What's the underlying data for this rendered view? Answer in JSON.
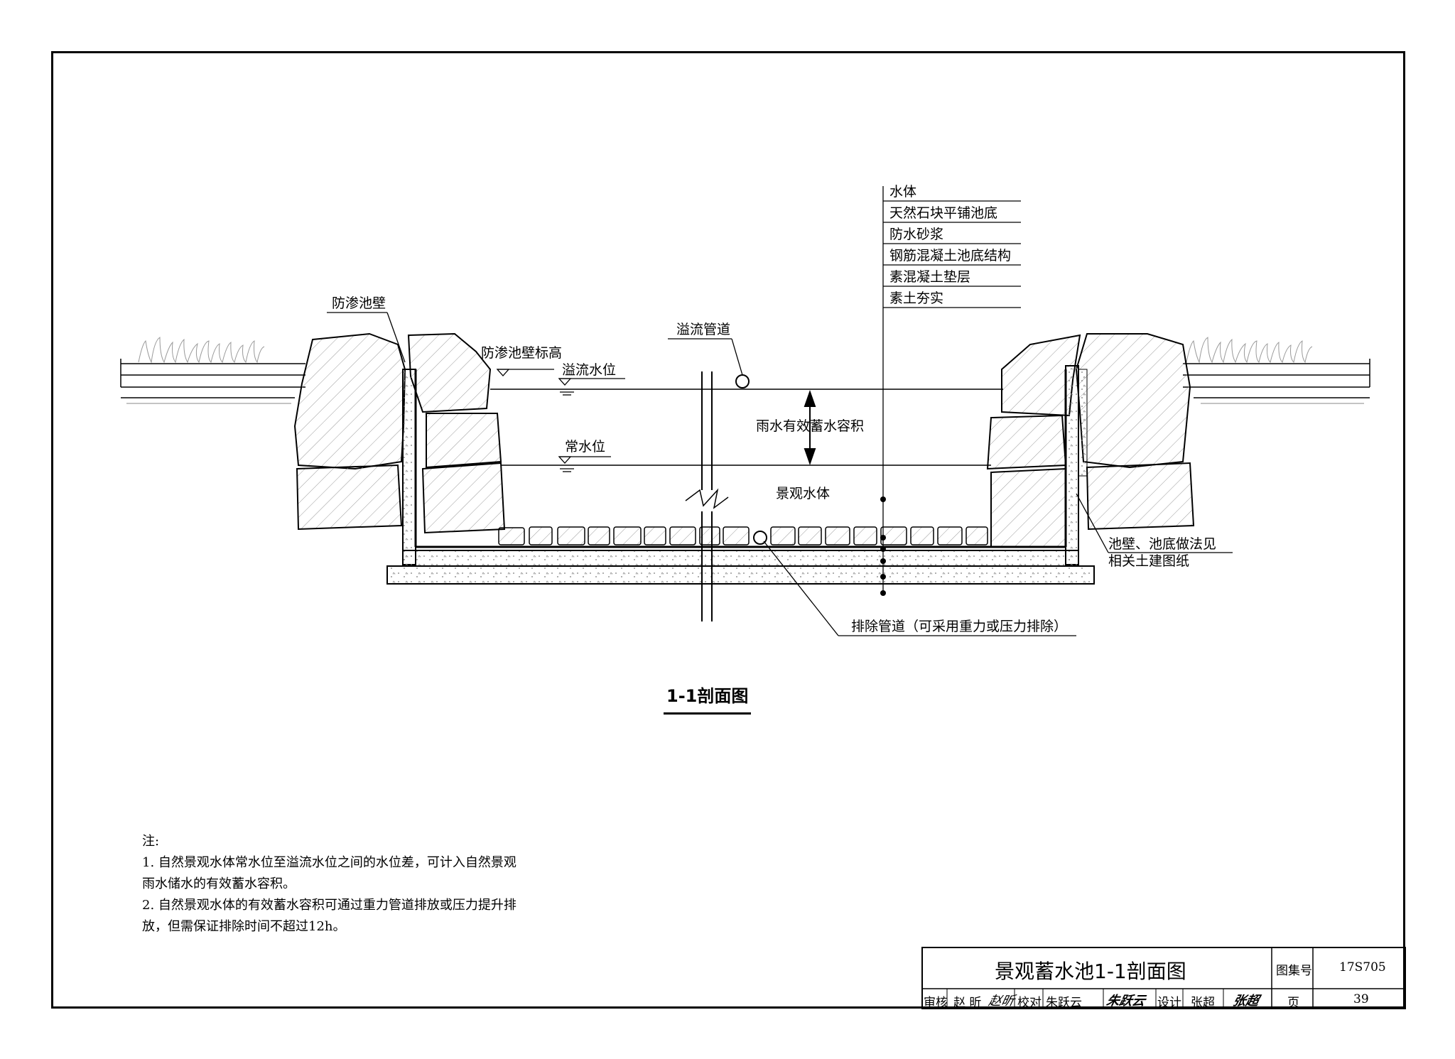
{
  "layers": {
    "header": "水体",
    "items": [
      "天然石块平铺池底",
      "防水砂浆",
      "钢筋混凝土池底结构",
      "素混凝土垫层",
      "素土夯实"
    ]
  },
  "labels": {
    "seepage_wall": "防渗池壁",
    "seepage_wall_elev": "防渗池壁标高",
    "overflow_pipe": "溢流管道",
    "overflow_level": "溢流水位",
    "normal_level": "常水位",
    "effective_volume": "雨水有效蓄水容积",
    "landscape_water": "景观水体",
    "wall_note_1": "池壁、池底做法见",
    "wall_note_2": "相关土建图纸",
    "drain_pipe": "排除管道（可采用重力或压力排除）"
  },
  "section_title": "1-1剖面图",
  "notes": {
    "heading": "注:",
    "items": [
      "1.  自然景观水体常水位至溢流水位之间的水位差，可计入自然景观",
      "     雨水储水的有效蓄水容积。",
      "2.  自然景观水体的有效蓄水容积可通过重力管道排放或压力提升排",
      "     放，但需保证排除时间不超过12h。"
    ]
  },
  "title_block": {
    "title": "景观蓄水池1-1剖面图",
    "atlas_label": "图集号",
    "atlas_no": "17S705",
    "review_label": "审核",
    "reviewer": "赵 昕",
    "check_label": "校对",
    "checker": "朱跃云",
    "design_label": "设计",
    "designer": "张超",
    "page_label": "页",
    "page_no": "39",
    "reviewer_sig": "赵昕",
    "checker_sig": "朱跃云",
    "designer_sig": "张超"
  }
}
